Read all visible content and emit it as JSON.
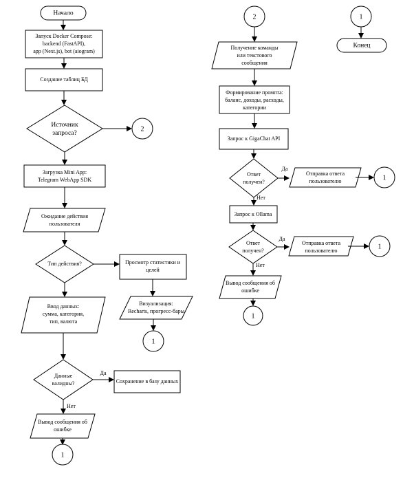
{
  "diagram": {
    "start": "Начало",
    "end": "Конец",
    "connector": "1",
    "connector_two": "2",
    "yes": "Да",
    "no": "Нет",
    "left": {
      "docker": [
        "Запуск Docker Compose:",
        "backend (FastAPI),",
        "app (Next.js), bot (aiogram)"
      ],
      "db_tables": "Создание таблиц БД",
      "source": [
        "Источник",
        "запроса?"
      ],
      "mini_app": [
        "Загрузка Mini App:",
        "Telegram WebApp SDK"
      ],
      "wait": [
        "Ожидание действия",
        "пользователя"
      ],
      "action_type": "Тип действия?",
      "view_stats": [
        "Просмотр статистики и",
        "целей"
      ],
      "visualize": [
        "Визуализация:",
        "Recharts, прогресс-бары"
      ],
      "input": [
        "Ввод данных:",
        "сумма, категория,",
        "тип, валюта"
      ],
      "valid": [
        "Данные",
        "валидны?"
      ],
      "save": "Сохранение в базу данных",
      "error": [
        "Вывод сообщения об",
        "ошибке"
      ]
    },
    "right": {
      "receive": [
        "Получение команды",
        "или текстового",
        "сообщения"
      ],
      "prompt": [
        "Формирование промпта:",
        "баланс, доходы, расходы,",
        "категории"
      ],
      "gigachat": "Запрос к GigaChat API",
      "answer1": [
        "Ответ",
        "получен?"
      ],
      "send1": [
        "Отправка ответа",
        "пользователю"
      ],
      "ollama": "Запрос к Ollama",
      "answer2": [
        "Ответ",
        "получен?"
      ],
      "send2": [
        "Отправка ответа",
        "пользователю"
      ],
      "error": [
        "Вывод сообщения об",
        "ошибке"
      ]
    }
  }
}
